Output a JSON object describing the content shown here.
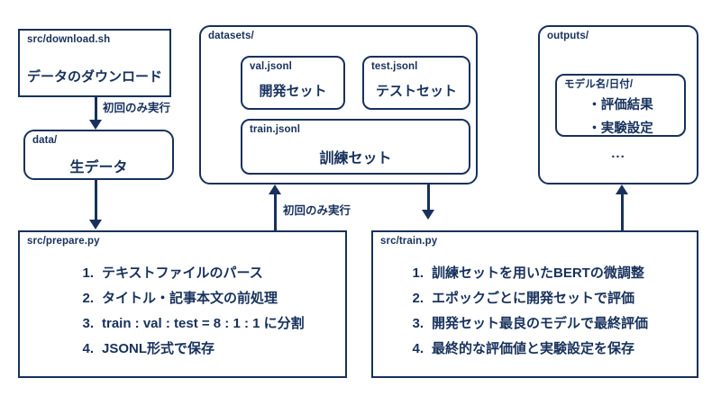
{
  "theme": {
    "stroke": "#17315c",
    "background": "#ffffff"
  },
  "download_node": {
    "path_label": "src/download.sh",
    "body": "データのダウンロード"
  },
  "data_node": {
    "path_label": "data/",
    "body": "生データ"
  },
  "datasets_node": {
    "path_label": "datasets/",
    "files": [
      {
        "file": "val.jsonl",
        "body": "開発セット"
      },
      {
        "file": "test.jsonl",
        "body": "テストセット"
      },
      {
        "file": "train.jsonl",
        "body": "訓練セット"
      }
    ]
  },
  "outputs_node": {
    "path_label": "outputs/",
    "inner": {
      "path_label": "モデル名/日付/",
      "bullets": [
        "・評価結果",
        "・実験設定"
      ]
    },
    "ellipsis": "..."
  },
  "prepare_node": {
    "path_label": "src/prepare.py",
    "steps": [
      {
        "num": "1.",
        "text": "テキストファイルのパース"
      },
      {
        "num": "2.",
        "text": "タイトル・記事本文の前処理"
      },
      {
        "num": "3.",
        "text": "train : val : test = 8 : 1 : 1 に分割"
      },
      {
        "num": "4.",
        "text": "JSONL形式で保存"
      }
    ]
  },
  "train_node": {
    "path_label": "src/train.py",
    "steps": [
      {
        "num": "1.",
        "text": "訓練セットを用いたBERTの微調整"
      },
      {
        "num": "2.",
        "text": "エポックごとに開発セットで評価"
      },
      {
        "num": "3.",
        "text": "開発セット最良のモデルで最終評価"
      },
      {
        "num": "4.",
        "text": "最終的な評価値と実験設定を保存"
      }
    ]
  },
  "edges": {
    "download_to_data_label": "初回のみ実行",
    "prepare_to_datasets_label": "初回のみ実行"
  }
}
